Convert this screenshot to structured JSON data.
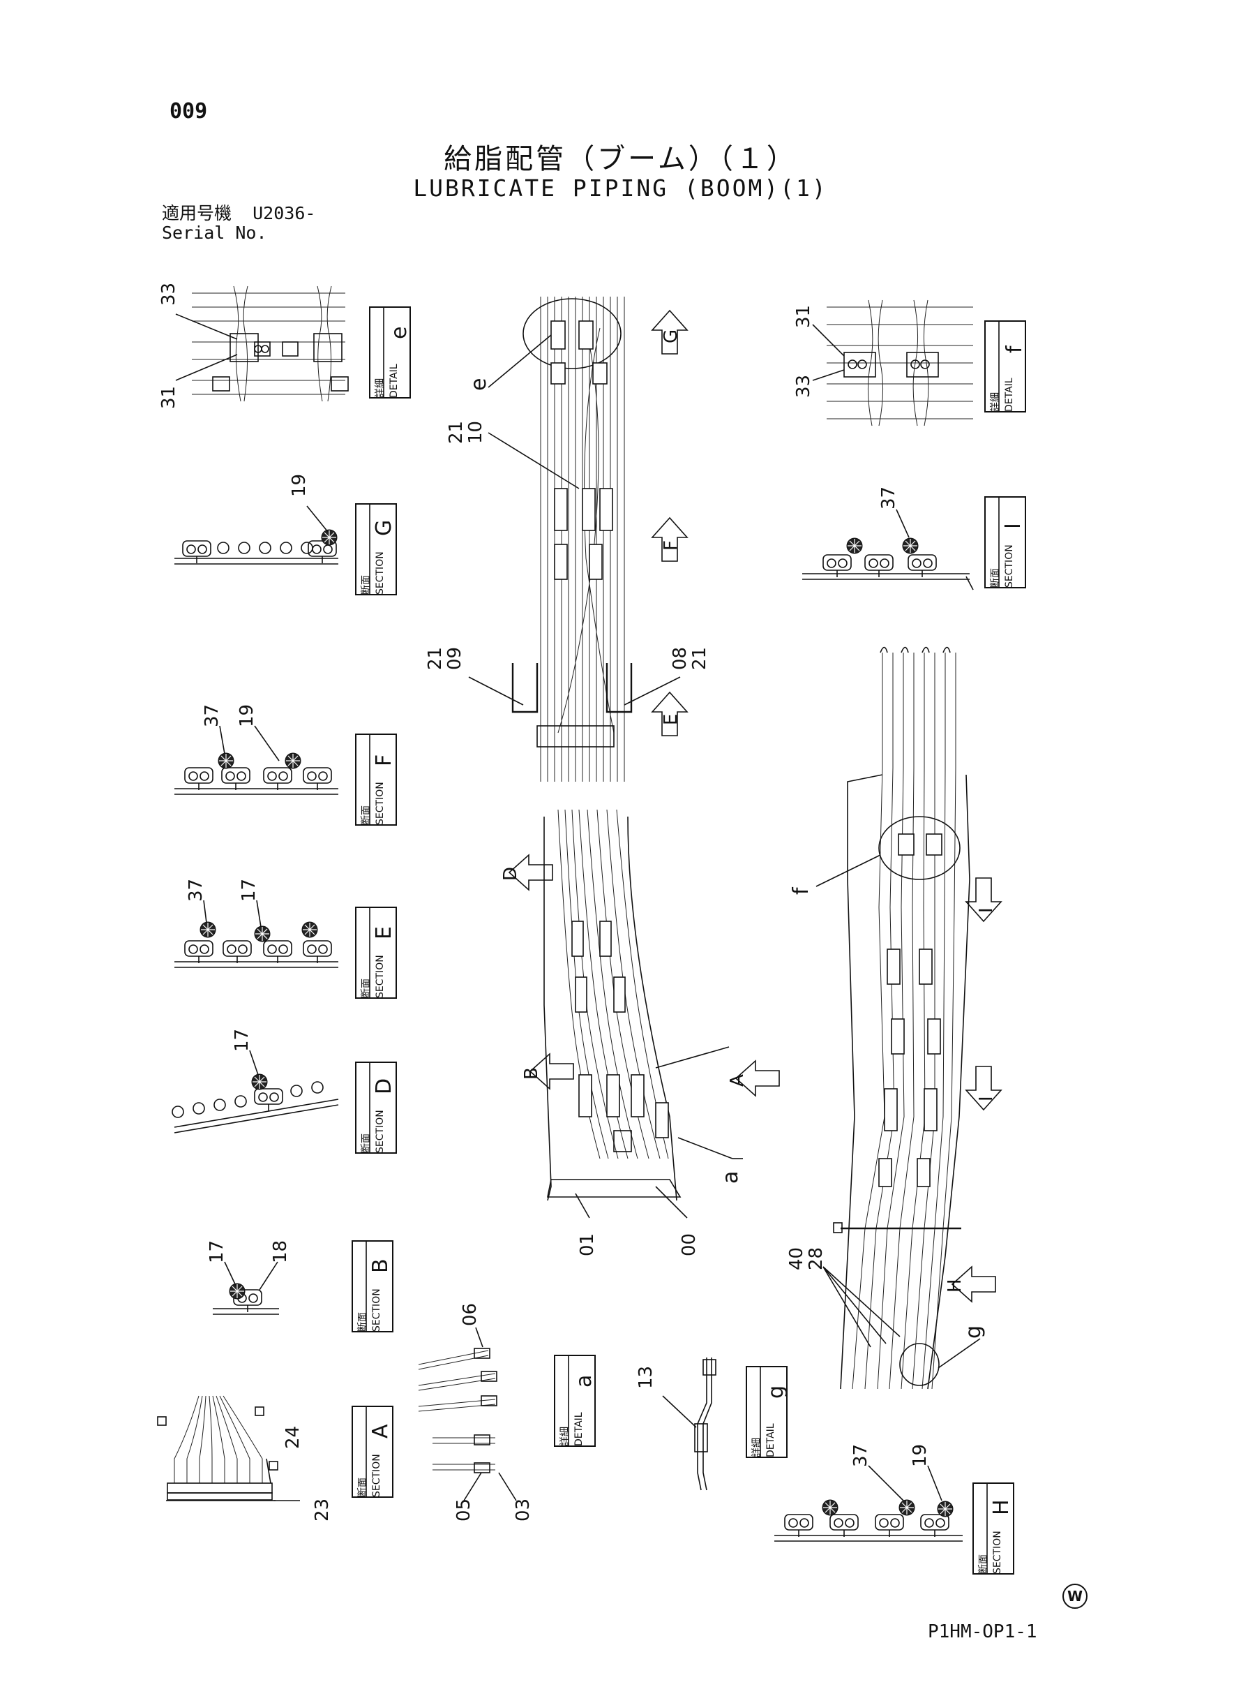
{
  "page_number": "009",
  "title_jp": "給脂配管（ブーム）（１）",
  "title_en": "LUBRICATE PIPING (BOOM)(1)",
  "serial": {
    "label_jp": "適用号機",
    "value": "U2036-",
    "label_en": "Serial No."
  },
  "drawing_code": "P1HM-OP1-1",
  "watermark": "W",
  "callouts": {
    "detail_e": {
      "jp": "詳細",
      "en": "DETAIL",
      "letter": "e"
    },
    "detail_f": {
      "jp": "詳細",
      "en": "DETAIL",
      "letter": "f"
    },
    "detail_a": {
      "jp": "詳細",
      "en": "DETAIL",
      "letter": "a"
    },
    "detail_g": {
      "jp": "詳細",
      "en": "DETAIL",
      "letter": "g"
    },
    "section_g": {
      "jp": "断面",
      "en": "SECTION",
      "letter": "G"
    },
    "section_i": {
      "jp": "断面",
      "en": "SECTION",
      "letter": "I"
    },
    "section_f": {
      "jp": "断面",
      "en": "SECTION",
      "letter": "F"
    },
    "section_e": {
      "jp": "断面",
      "en": "SECTION",
      "letter": "E"
    },
    "section_d": {
      "jp": "断面",
      "en": "SECTION",
      "letter": "D"
    },
    "section_b": {
      "jp": "断面",
      "en": "SECTION",
      "letter": "B"
    },
    "section_a": {
      "jp": "断面",
      "en": "SECTION",
      "letter": "A"
    },
    "section_h": {
      "jp": "断面",
      "en": "SECTION",
      "letter": "H"
    }
  },
  "view_arrows": {
    "G": "G",
    "F": "F",
    "E": "E",
    "D": "D",
    "B": "B",
    "A": "A",
    "I1": "I",
    "I2": "I",
    "H": "H"
  },
  "detail_letters": {
    "e": "e",
    "f": "f",
    "a": "a",
    "g": "g"
  },
  "part_numbers": {
    "e_33": "33",
    "e_31": "31",
    "f_31": "31",
    "f_33": "33",
    "g_19": "19",
    "i_37": "37",
    "f_37": "37",
    "f_19": "19",
    "e2_37": "37",
    "e2_17": "17",
    "d_17": "17",
    "b_17": "17",
    "b_18": "18",
    "a_24": "24",
    "a_23": "23",
    "da_06": "06",
    "da_05": "05",
    "da_03": "03",
    "dg_13": "13",
    "h_37": "37",
    "h_19": "19",
    "boom_21a": "21",
    "boom_10": "10",
    "boom_21b": "21",
    "boom_09": "09",
    "boom_08": "08",
    "boom_21c": "21",
    "boom_01": "01",
    "boom_00": "00",
    "boom_40": "40",
    "boom_28": "28"
  }
}
